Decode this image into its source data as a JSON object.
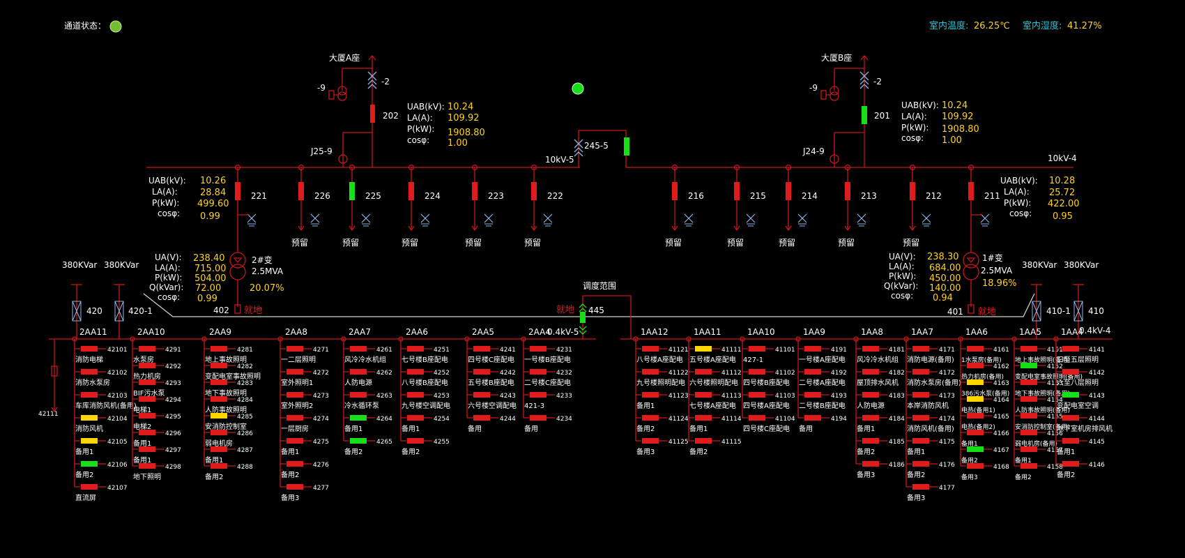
{
  "header": {
    "channel_label": "通道状态：",
    "temp_label": "室内温度:",
    "temp_value": "26.25℃",
    "humidity_label": "室内湿度:",
    "humidity_value": "41.27%",
    "colors": {
      "accent": "#26c6da",
      "value": "#ffd21f",
      "line": "#c8161d",
      "on": "#18e018",
      "warn": "#ffd700"
    }
  },
  "buildings": {
    "a": "大厦A座",
    "b": "大厦B座"
  },
  "incoming": [
    {
      "switch": "202",
      "ground": "-9",
      "disconnect": "-2",
      "grounding": "J25-9",
      "state": "off"
    },
    {
      "switch": "201",
      "ground": "-9",
      "disconnect": "-2",
      "grounding": "J24-9",
      "state": "on"
    }
  ],
  "measure_labels": {
    "uab": "UAB(kV):",
    "ua": "UA(V):",
    "la": "LA(A):",
    "p": "P(kW):",
    "q": "Q(kVar):",
    "cos": "cosφ:"
  },
  "meter_a": {
    "uab": "10.24",
    "la": "109.92",
    "p": "1908.80",
    "cos": "1.00"
  },
  "meter_b": {
    "uab": "10.24",
    "la": "109.92",
    "p": "1908.80",
    "cos": "1.00"
  },
  "meter_221": {
    "uab": "10.26",
    "la": "28.84",
    "p": "499.60",
    "cos": "0.99"
  },
  "meter_211": {
    "uab": "10.28",
    "la": "25.72",
    "p": "422.00",
    "cos": "0.95"
  },
  "tr2": {
    "name": "2#变",
    "rating": "2.5MVA",
    "ua": "238.40",
    "la": "715.00",
    "p": "504.00",
    "q": "72.00",
    "cos": "0.99",
    "load": "20.07%"
  },
  "tr1": {
    "name": "1#变",
    "rating": "2.5MVA",
    "ua": "238.30",
    "la": "684.00",
    "p": "450.00",
    "q": "140.00",
    "cos": "0.94",
    "load": "18.96%"
  },
  "bus_hv": {
    "left": "10kV-5",
    "right": "10kV-4",
    "tie": "245-5"
  },
  "hv_feeders": [
    {
      "id": "221"
    },
    {
      "id": "226",
      "reserve": "预留"
    },
    {
      "id": "225",
      "reserve": "预留",
      "on": true
    },
    {
      "id": "224",
      "reserve": "预留"
    },
    {
      "id": "223",
      "reserve": "预留"
    },
    {
      "id": "222",
      "reserve": "预留"
    },
    {
      "id": "216",
      "reserve": "预留"
    },
    {
      "id": "215",
      "reserve": "预留"
    },
    {
      "id": "214",
      "reserve": "预留"
    },
    {
      "id": "213",
      "reserve": "预留"
    },
    {
      "id": "212",
      "reserve": "预留"
    },
    {
      "id": "211"
    }
  ],
  "lv": {
    "dispatch": "调度范围",
    "local": "就地",
    "tie": "445",
    "sw402": "402",
    "sw401": "401",
    "bus_left": "0.4kV-5",
    "bus_right": "0.4kV-4",
    "cap_left": [
      {
        "kvar": "380KVar",
        "id": "420"
      },
      {
        "kvar": "380KVar",
        "id": "420-1"
      }
    ],
    "cap_right": [
      {
        "kvar": "380KVar",
        "id": "410-1"
      },
      {
        "kvar": "380KVar",
        "id": "410"
      }
    ],
    "left_aux": "42111"
  },
  "cabinets": [
    {
      "name": "2AA11",
      "rows": [
        [
          "42101",
          "消防电梯",
          "r"
        ],
        [
          "42102",
          "消防水泵房",
          "r"
        ],
        [
          "42103",
          "车库消防风机(备用)",
          "r"
        ],
        [
          "42104",
          "消防风机",
          "y"
        ],
        [
          "42105",
          "备用1",
          "y"
        ],
        [
          "42106",
          "备用2",
          "g"
        ],
        [
          "42107",
          "直流屏",
          "r"
        ]
      ]
    },
    {
      "name": "2AA10",
      "rows": [
        [
          "4291",
          "水泵房",
          "r"
        ],
        [
          "4292",
          "热力机房",
          "r"
        ],
        [
          "4293",
          "BIF污水泵",
          "r"
        ],
        [
          "4294",
          "电梯1",
          "r"
        ],
        [
          "4295",
          "电梯2",
          "r"
        ],
        [
          "4296",
          "备用1",
          "r"
        ],
        [
          "4297",
          "备用1",
          "r"
        ],
        [
          "4298",
          "地下照明",
          "r"
        ]
      ]
    },
    {
      "name": "2AA9",
      "rows": [
        [
          "4281",
          "地上事故照明",
          "r"
        ],
        [
          "4282",
          "变配电室事故照明",
          "r"
        ],
        [
          "4283",
          "地下事故照明",
          "r"
        ],
        [
          "4284",
          "人防事故照明",
          "r"
        ],
        [
          "4285",
          "安消防控制室",
          "y"
        ],
        [
          "4286",
          "弱电机房",
          "r"
        ],
        [
          "4287",
          "备用1",
          "r"
        ],
        [
          "4288",
          "备用2",
          "r"
        ]
      ]
    },
    {
      "name": "2AA8",
      "rows": [
        [
          "4271",
          "一二层照明",
          "r"
        ],
        [
          "4272",
          "室外照明1",
          "r"
        ],
        [
          "4273",
          "室外照明2",
          "r"
        ],
        [
          "4274",
          "一层厨房",
          "r"
        ],
        [
          "4275",
          "备用1",
          "r"
        ],
        [
          "4276",
          "备用2",
          "r"
        ],
        [
          "4277",
          "备用3",
          "r"
        ]
      ]
    },
    {
      "name": "2AA7",
      "rows": [
        [
          "4261",
          "风冷冷水机组",
          "r"
        ],
        [
          "4262",
          "人防电源",
          "r"
        ],
        [
          "4263",
          "冷水循环泵",
          "r"
        ],
        [
          "4264",
          "备用1",
          "g"
        ],
        [
          "4265",
          "备用2",
          "g"
        ]
      ]
    },
    {
      "name": "2AA6",
      "rows": [
        [
          "4251",
          "七号楼B座配电",
          "r"
        ],
        [
          "4252",
          "八号楼B座配电",
          "r"
        ],
        [
          "4253",
          "九号楼空调配电",
          "r"
        ],
        [
          "4254",
          "备用1",
          "r"
        ],
        [
          "4255",
          "备用2",
          "r"
        ]
      ]
    },
    {
      "name": "2AA5",
      "rows": [
        [
          "4241",
          "四号楼C座配电",
          "r"
        ],
        [
          "4242",
          "五号楼B座配电",
          "r"
        ],
        [
          "4243",
          "六号楼空调配电",
          "r"
        ],
        [
          "4244",
          "备用",
          "r"
        ]
      ]
    },
    {
      "name": "2AA4",
      "rows": [
        [
          "4231",
          "一号楼B座配电",
          "r"
        ],
        [
          "4232",
          "二号楼C座配电",
          "r"
        ],
        [
          "4233",
          "421-3",
          "r"
        ],
        [
          "4234",
          "备用",
          "r"
        ]
      ]
    },
    {
      "name": "1AA12",
      "rows": [
        [
          "41121",
          "八号楼A座配电",
          "r"
        ],
        [
          "41122",
          "九号楼照明配电",
          "r"
        ],
        [
          "41123",
          "备用1",
          "r"
        ],
        [
          "41124",
          "备用2",
          "r"
        ],
        [
          "41125",
          "备用3",
          "r"
        ]
      ]
    },
    {
      "name": "1AA11",
      "rows": [
        [
          "41111",
          "五号楼A座配电",
          "y"
        ],
        [
          "41112",
          "六号楼照明配电",
          "r"
        ],
        [
          "41113",
          "七号楼A座配电",
          "r"
        ],
        [
          "41114",
          "备用1",
          "r"
        ],
        [
          "41115",
          "备用2",
          "r"
        ]
      ]
    },
    {
      "name": "1AA10",
      "rows": [
        [
          "41101",
          "427-1",
          "r"
        ],
        [
          "41102",
          "四号楼B座配电",
          "r"
        ],
        [
          "41103",
          "四号楼A座配电",
          "r"
        ],
        [
          "41104",
          "四号楼C座配电",
          "r"
        ]
      ]
    },
    {
      "name": "1AA9",
      "rows": [
        [
          "4191",
          "一号楼A座配电",
          "r"
        ],
        [
          "4192",
          "二号楼A座配电",
          "r"
        ],
        [
          "4193",
          "二号楼B座配电",
          "r"
        ],
        [
          "4194",
          "备用",
          "r"
        ]
      ]
    },
    {
      "name": "1AA8",
      "rows": [
        [
          "4181",
          "风冷冷水机组",
          "r"
        ],
        [
          "4182",
          "屋顶排水风机",
          "r"
        ],
        [
          "4183",
          "人防电源",
          "r"
        ],
        [
          "4184",
          "备用1",
          "r"
        ],
        [
          "4185",
          "备用2",
          "r"
        ],
        [
          "4186",
          "备用3",
          "r"
        ]
      ]
    },
    {
      "name": "1AA7",
      "rows": [
        [
          "4171",
          "消防电源(备用)",
          "r"
        ],
        [
          "4172",
          "消防水泵房(备用)",
          "r"
        ],
        [
          "4173",
          "本岸消防风机",
          "r"
        ],
        [
          "4174",
          "消防风机(备用)",
          "r"
        ],
        [
          "4175",
          "备用1",
          "r"
        ],
        [
          "4176",
          "备用2",
          "r"
        ],
        [
          "4177",
          "备用3",
          "r"
        ]
      ]
    },
    {
      "name": "1AA6",
      "rows": [
        [
          "4161",
          "1水泵房(备用)",
          "r"
        ],
        [
          "4162",
          "热力机房(备用)",
          "r"
        ],
        [
          "4163",
          "386污水泵(备用)",
          "y"
        ],
        [
          "4164",
          "电热(备用1)",
          "y"
        ],
        [
          "4165",
          "电热(备用2)",
          "r"
        ],
        [
          "4166",
          "备用1",
          "r"
        ],
        [
          "4167",
          "备用2",
          "g"
        ],
        [
          "4168",
          "备用3",
          "r"
        ]
      ]
    },
    {
      "name": "1AA5",
      "rows": [
        [
          "4151",
          "地上事故照明(备用)",
          "r"
        ],
        [
          "4152",
          "变配电室事故照明(备用)",
          "g"
        ],
        [
          "4153",
          "地下事故照明(备用)",
          "r"
        ],
        [
          "4154",
          "人防事故照明(备用)",
          "r"
        ],
        [
          "4155",
          "安消防控制室(备用)",
          "r"
        ],
        [
          "4156",
          "弱电机房(备用)",
          "r"
        ],
        [
          "4157",
          "备用1",
          "r"
        ],
        [
          "4158",
          "备用2",
          "r"
        ]
      ]
    },
    {
      "name": "1AA4",
      "rows": [
        [
          "4141",
          "三至五层照明",
          "r"
        ],
        [
          "4142",
          "六至八层照明",
          "r"
        ],
        [
          "4143",
          "变配电室空调",
          "g"
        ],
        [
          "4144",
          "地下室机房排风机",
          "r"
        ],
        [
          "4145",
          "备用1",
          "r"
        ],
        [
          "4146",
          "备用2",
          "r"
        ]
      ]
    }
  ]
}
